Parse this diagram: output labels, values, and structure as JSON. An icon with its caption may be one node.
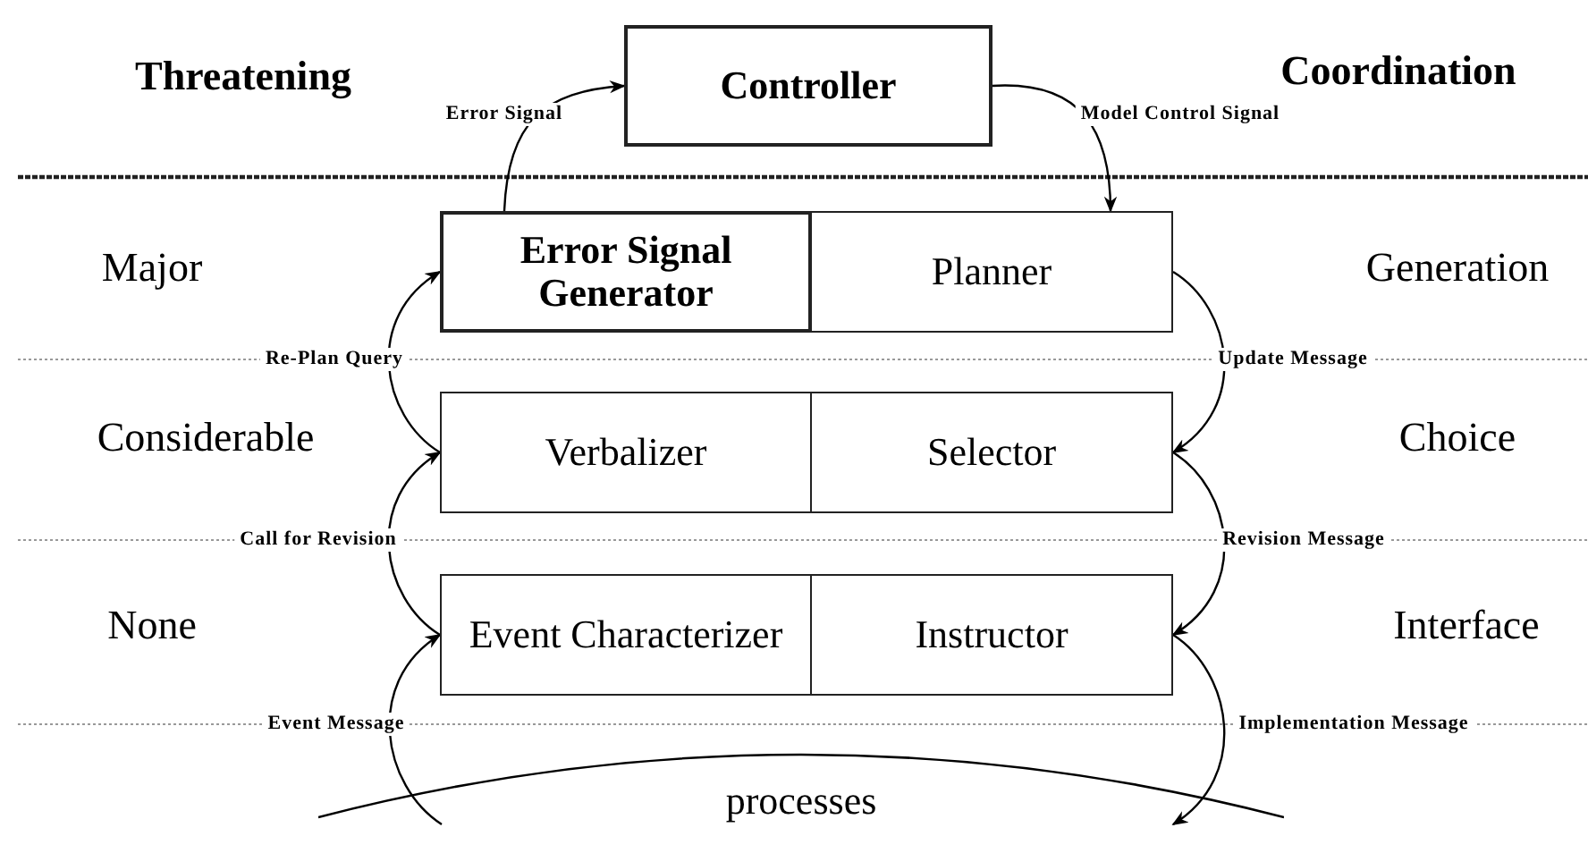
{
  "diagram": {
    "nodes": [
      {
        "text": [
          "Controller"
        ]
      },
      {
        "text": [
          "Error Signal Generator"
        ]
      },
      {
        "text": [
          "Planner"
        ]
      },
      {
        "text": [
          "Verbalizer"
        ]
      },
      {
        "text": [
          "Selector"
        ]
      },
      {
        "text": [
          "Event Characterizer"
        ]
      },
      {
        "text": [
          "Instructor"
        ]
      },
      {
        "text": [
          "processes"
        ]
      }
    ],
    "edges": [
      {
        "from": 1,
        "to": 0,
        "arrow": "to",
        "label": "Error Signal"
      },
      {
        "from": 0,
        "to": 2,
        "arrow": "to",
        "label": "Model Control Signal"
      },
      {
        "from": 2,
        "to": 4,
        "arrow": "to",
        "label": "Update Message"
      },
      {
        "from": 4,
        "to": 6,
        "arrow": "to",
        "label": "Revision Message"
      },
      {
        "from": 6,
        "to": 7,
        "arrow": "to",
        "label": "Implementation Message"
      },
      {
        "from": 7,
        "to": 5,
        "arrow": "to",
        "label": "Event Message"
      },
      {
        "from": 5,
        "to": 3,
        "arrow": "to",
        "label": "Call for Revision"
      },
      {
        "from": 3,
        "to": 1,
        "arrow": "to",
        "label": "Re-Plan Query"
      }
    ],
    "labels": [
      "Threatening",
      "Coordination",
      "Major",
      "Generation",
      "Considerable",
      "Choice",
      "None",
      "Interface"
    ]
  }
}
